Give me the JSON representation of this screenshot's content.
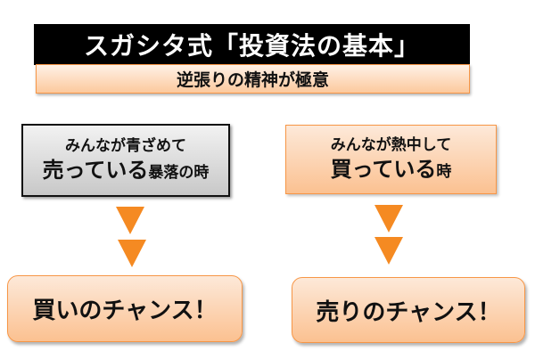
{
  "header": {
    "title": "スガシタ式「投資法の基本」",
    "subtitle": "逆張りの精神が極意"
  },
  "left": {
    "condition_line1": "みんなが青ざめて",
    "condition_big": "売っている",
    "condition_small": "暴落の時",
    "result": "買いのチャンス！"
  },
  "right": {
    "condition_line1": "みんなが熱中して",
    "condition_big": "買っている",
    "condition_small": "時",
    "result": "売りのチャンス！"
  },
  "colors": {
    "accent": "#f79646",
    "arrow": "#f58a22",
    "title_bg": "#000000"
  }
}
